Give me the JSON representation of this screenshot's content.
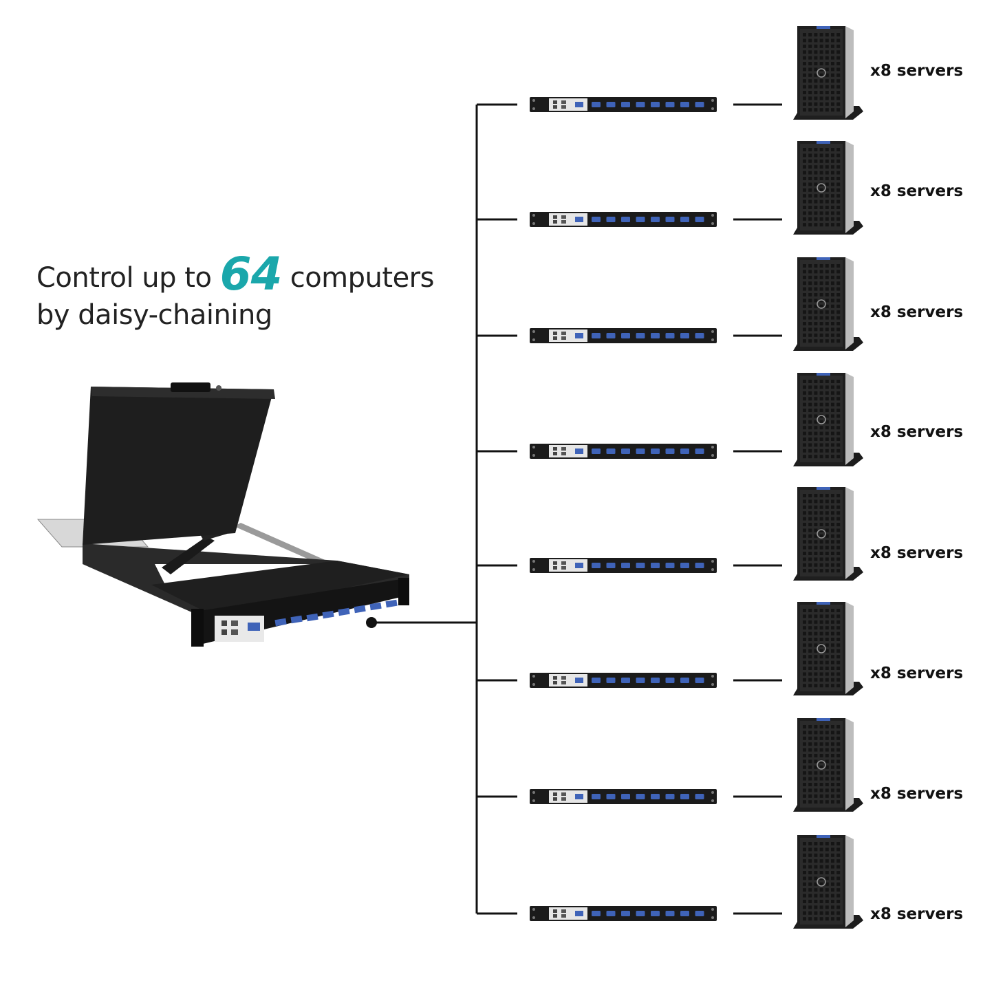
{
  "headline": {
    "line1_pre": "Control up to",
    "line1_num": "64",
    "line1_post": "computers",
    "line2": "by daisy-chaining"
  },
  "colors": {
    "accent": "#1aa7ab",
    "line": "#111111",
    "device": "#1b1b1b",
    "port": "#3f63b8"
  },
  "branches": [
    {
      "label": "x8 servers",
      "icon": "server-tower-icon",
      "switch_icon": "kvm-switch-icon"
    },
    {
      "label": "x8 servers",
      "icon": "server-tower-icon",
      "switch_icon": "kvm-switch-icon"
    },
    {
      "label": "x8 servers",
      "icon": "server-tower-icon",
      "switch_icon": "kvm-switch-icon"
    },
    {
      "label": "x8 servers",
      "icon": "server-tower-icon",
      "switch_icon": "kvm-switch-icon"
    },
    {
      "label": "x8 servers",
      "icon": "server-tower-icon",
      "switch_icon": "kvm-switch-icon"
    },
    {
      "label": "x8 servers",
      "icon": "server-tower-icon",
      "switch_icon": "kvm-switch-icon"
    },
    {
      "label": "x8 servers",
      "icon": "server-tower-icon",
      "switch_icon": "kvm-switch-icon"
    },
    {
      "label": "x8 servers",
      "icon": "server-tower-icon",
      "switch_icon": "kvm-switch-icon"
    }
  ],
  "console": {
    "icon": "lcd-kvm-console-icon"
  }
}
